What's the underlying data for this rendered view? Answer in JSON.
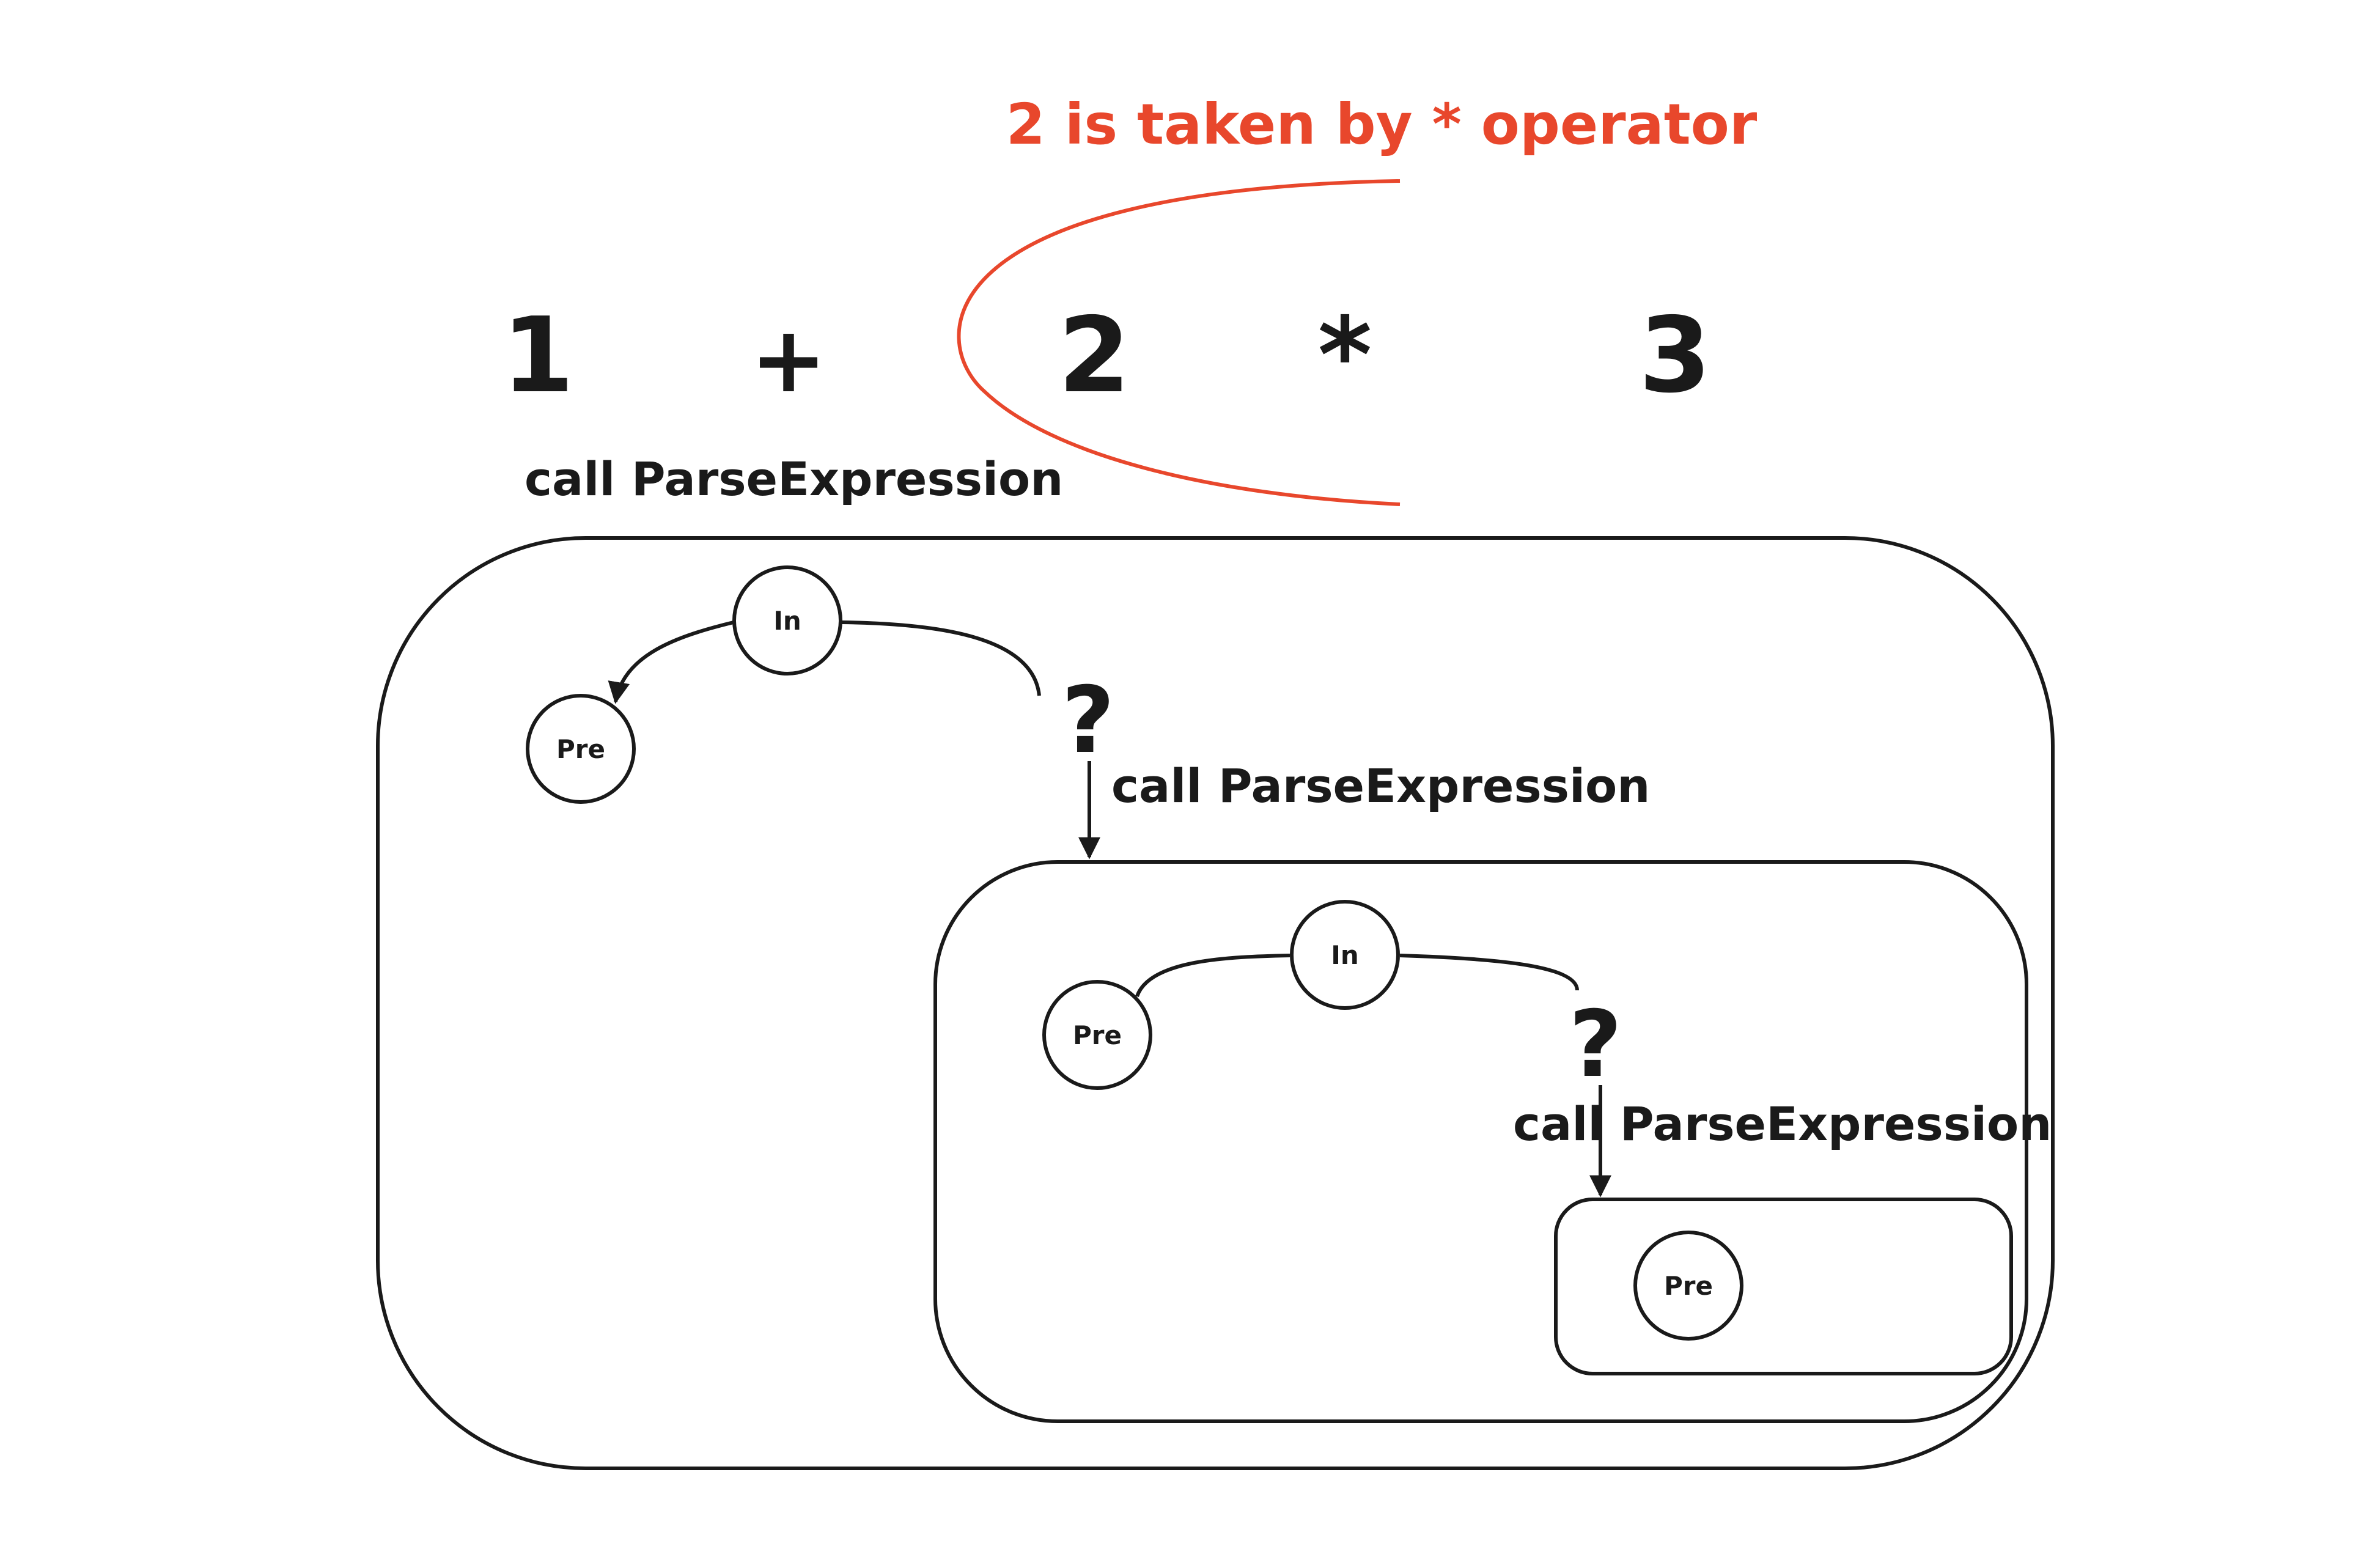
{
  "annotation": {
    "text": "2 is taken by * operator",
    "color": "#e8472c"
  },
  "expression": {
    "tokens": [
      "1",
      "+",
      "2",
      "*",
      "3"
    ]
  },
  "calls": {
    "outer": "call ParseExpression",
    "middle": "call ParseExpression",
    "inner": "call ParseExpression"
  },
  "question_marks": {
    "outer": "?",
    "middle": "?"
  },
  "nodes": {
    "outer_in": "In",
    "outer_pre": "Pre",
    "middle_in": "In",
    "middle_pre": "Pre",
    "inner_pre": "Pre"
  },
  "colors": {
    "ink": "#1a1a1a",
    "accent": "#e8472c"
  }
}
